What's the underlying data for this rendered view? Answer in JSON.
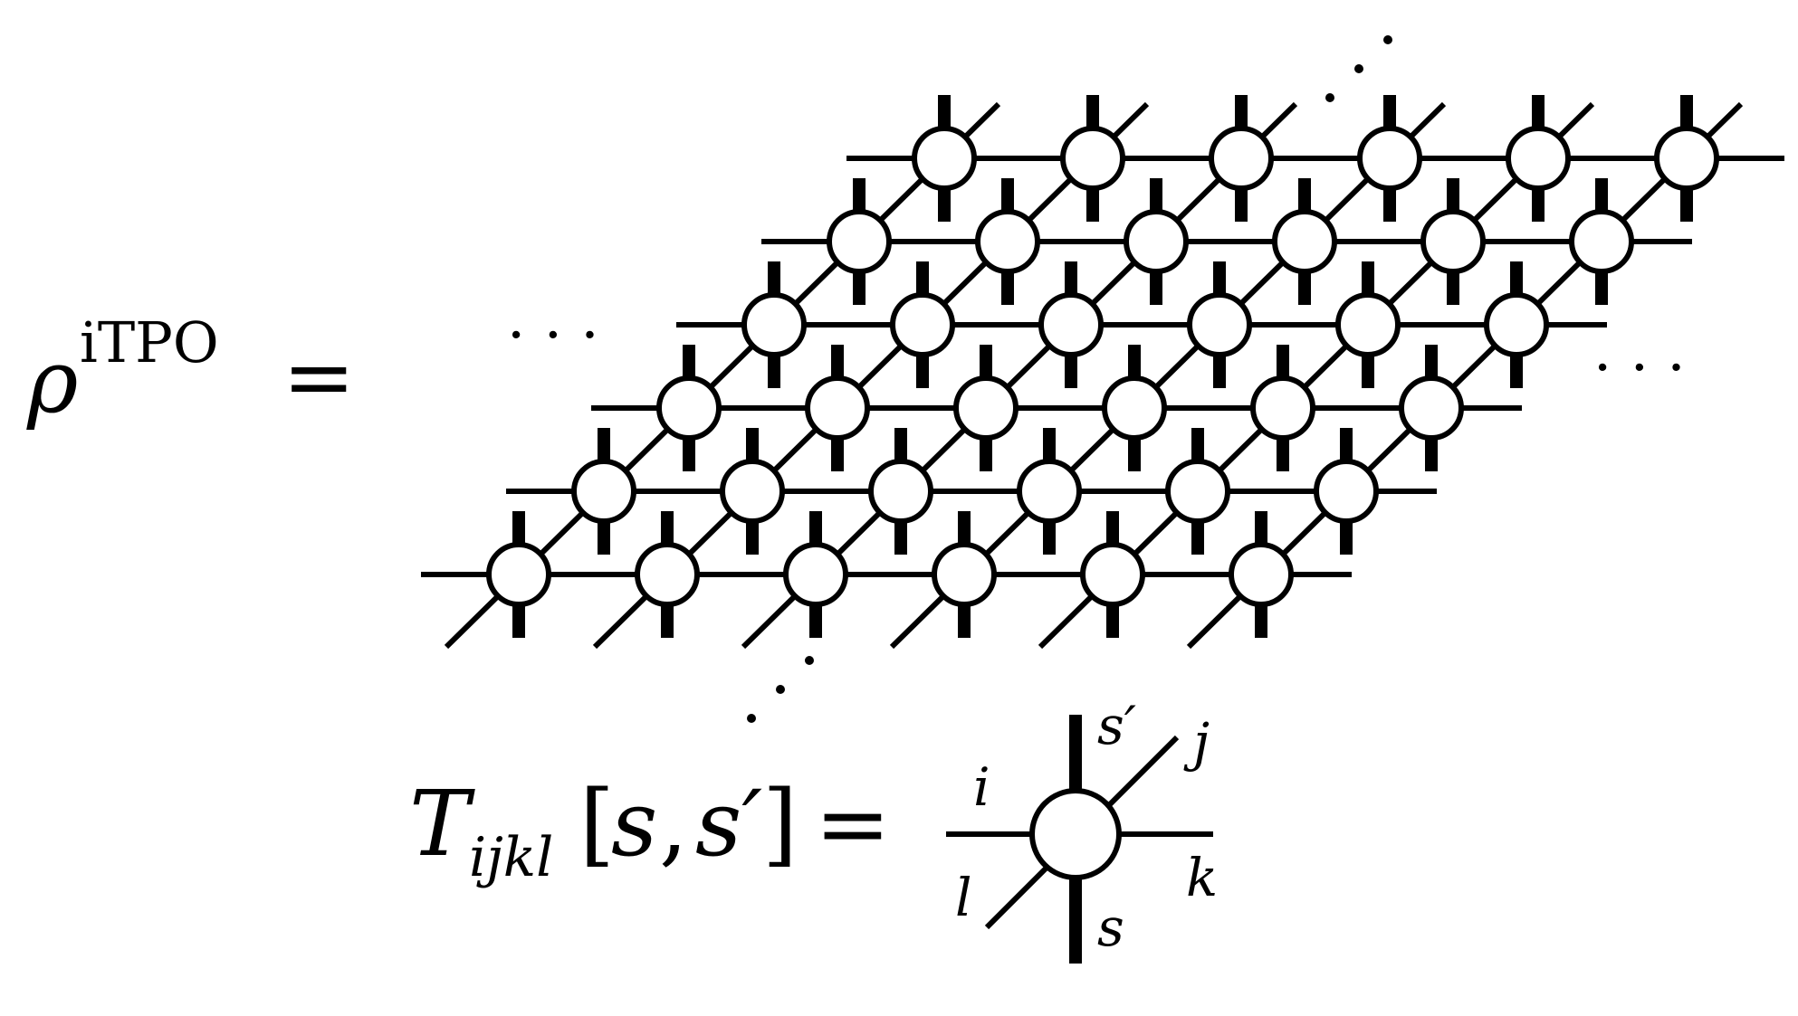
{
  "lhs": {
    "symbol": "ρ",
    "superscript": "iTPO",
    "equals": "="
  },
  "ellipsis": "· · ·",
  "grid": {
    "rows": 6,
    "cols": 6,
    "description_labels": []
  },
  "definition": {
    "tensor": "T",
    "indices": "ijkl",
    "arguments_open": "[",
    "arg_s": "s",
    "comma": ",",
    "arg_s_prime": "s′",
    "arguments_close": "]",
    "equals": "="
  },
  "legs": {
    "i": "i",
    "j": "j",
    "k": "k",
    "l": "l",
    "s": "s",
    "s_prime": "s′"
  },
  "colors": {
    "stroke": "#000000",
    "node_fill": "#ffffff"
  }
}
